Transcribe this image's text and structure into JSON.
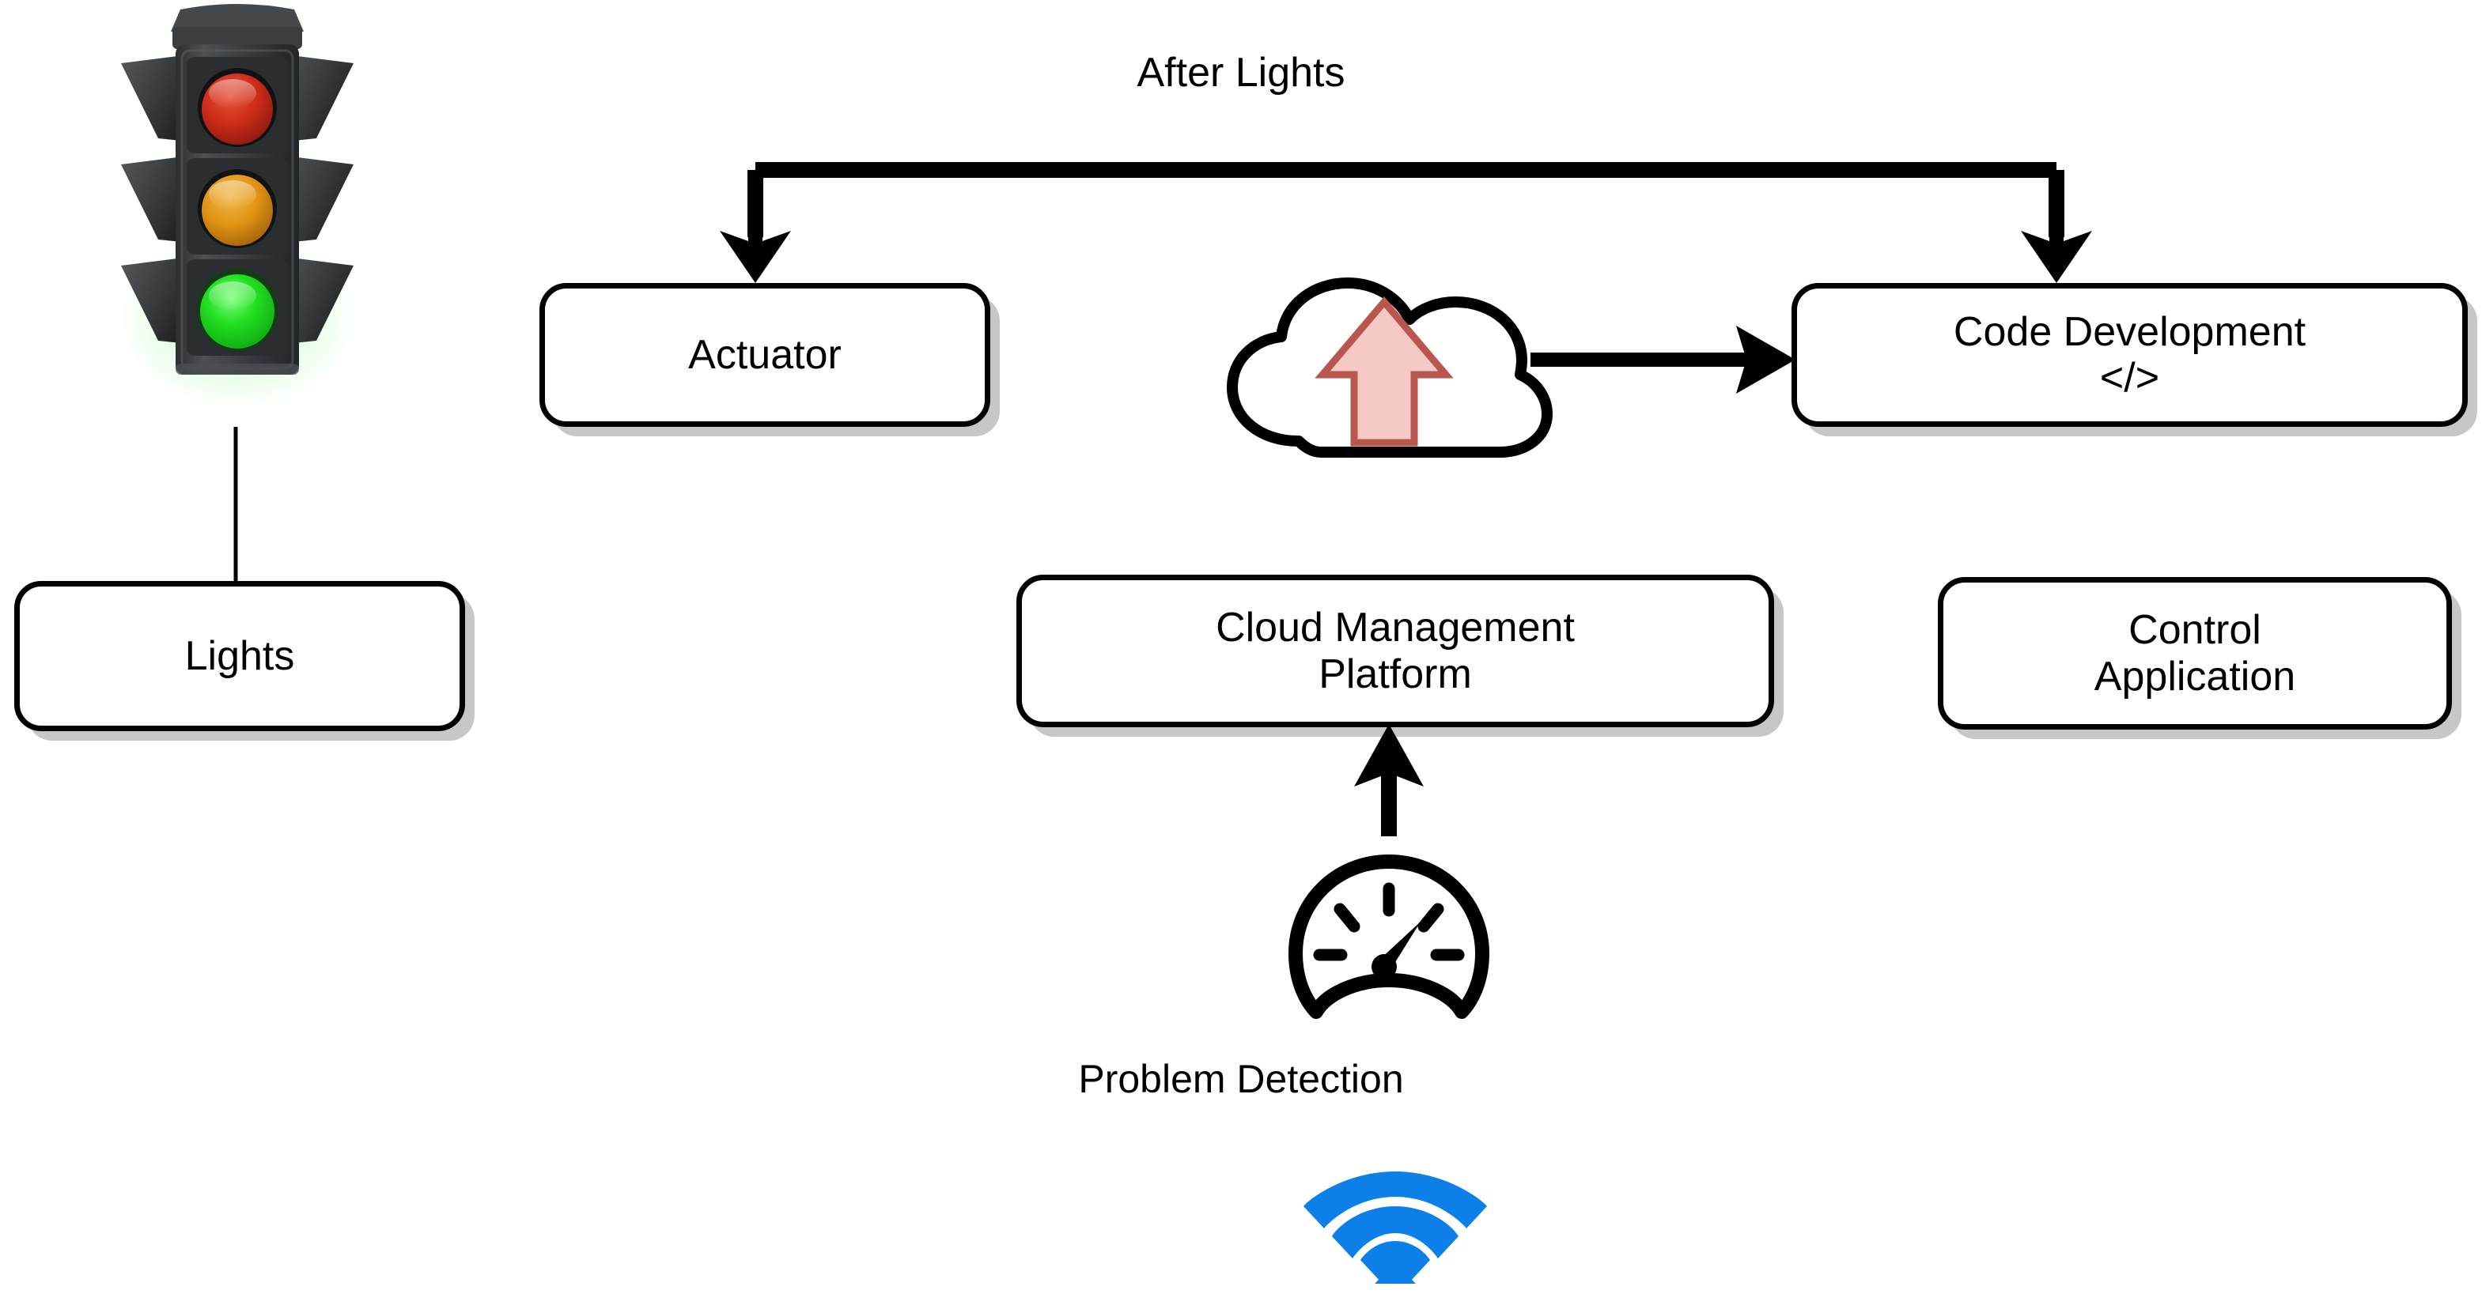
{
  "diagram": {
    "title": "After Lights",
    "background_color": "#ffffff",
    "stroke_color": "#000000",
    "shadow_color": "#bfbfbf"
  },
  "header": {
    "title": "After Lights"
  },
  "nodes": [
    {
      "id": "lights",
      "label": "Lights"
    },
    {
      "id": "actuator",
      "label": "Actuator"
    },
    {
      "id": "code_dev",
      "label": "Code Development\n</>"
    },
    {
      "id": "cloud_mgmt",
      "label": "Cloud Management\nPlatform"
    },
    {
      "id": "control_app",
      "label": "Control\nApplication"
    }
  ],
  "icons": {
    "traffic_light": {
      "name": "traffic-light-icon",
      "lamps": [
        {
          "state": "red",
          "color": "#cc2b19",
          "lit": false
        },
        {
          "state": "amber",
          "color": "#e09212",
          "lit": false
        },
        {
          "state": "green",
          "color": "#22e022",
          "lit": true
        }
      ],
      "body_color": "#3c3f41"
    },
    "cloud_upload": {
      "name": "cloud-upload-icon",
      "outline_color": "#000000",
      "arrow_fill": "#f4c9c6",
      "arrow_stroke": "#b9564e"
    },
    "gauge": {
      "name": "gauge-icon",
      "label": "Problem Detection",
      "color": "#000000"
    },
    "wifi": {
      "name": "wifi-icon",
      "color": "#0d7fe8",
      "bars": 4
    }
  },
  "captions": {
    "problem_detection": "Problem Detection"
  },
  "edges": [
    {
      "id": "lights-to-bus",
      "from": "lights",
      "to": "bus",
      "kind": "line",
      "arrow": false
    },
    {
      "id": "bus-to-actuator",
      "from": "bus",
      "to": "actuator",
      "kind": "elbow",
      "arrow": true
    },
    {
      "id": "bus-to-code-dev",
      "from": "bus",
      "to": "code_dev",
      "kind": "elbow",
      "arrow": true
    },
    {
      "id": "cloud-to-code-dev",
      "from": "cloud",
      "to": "code_dev",
      "kind": "line",
      "arrow": true
    },
    {
      "id": "gauge-to-cloud-mgmt",
      "from": "gauge",
      "to": "cloud_mgmt",
      "kind": "line",
      "arrow": true
    }
  ]
}
